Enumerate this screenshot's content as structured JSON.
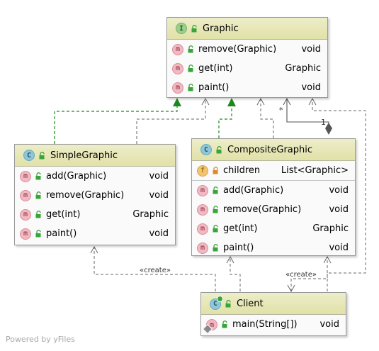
{
  "classes": {
    "graphic": {
      "name": "Graphic",
      "kind": "I",
      "methods": [
        {
          "name": "remove(Graphic)",
          "type": "void"
        },
        {
          "name": "get(int)",
          "type": "Graphic"
        },
        {
          "name": "paint()",
          "type": "void"
        }
      ]
    },
    "simple": {
      "name": "SimpleGraphic",
      "kind": "C",
      "methods": [
        {
          "name": "add(Graphic)",
          "type": "void"
        },
        {
          "name": "remove(Graphic)",
          "type": "void"
        },
        {
          "name": "get(int)",
          "type": "Graphic"
        },
        {
          "name": "paint()",
          "type": "void"
        }
      ]
    },
    "composite": {
      "name": "CompositeGraphic",
      "kind": "C",
      "fields": [
        {
          "kind": "f",
          "name": "children",
          "type": "List<Graphic>"
        }
      ],
      "methods": [
        {
          "name": "add(Graphic)",
          "type": "void"
        },
        {
          "name": "remove(Graphic)",
          "type": "void"
        },
        {
          "name": "get(int)",
          "type": "Graphic"
        },
        {
          "name": "paint()",
          "type": "void"
        }
      ]
    },
    "client": {
      "name": "Client",
      "kind": "C",
      "methods": [
        {
          "name": "main(String[])",
          "type": "void"
        }
      ]
    }
  },
  "method_badge": "m",
  "edges": {
    "create_left": "«create»",
    "create_right": "«create»",
    "multiplicity_many": "*",
    "multiplicity_one": "1"
  },
  "watermark": "Powered by yFiles",
  "colors": {
    "header": "#e6e6b4",
    "realization": "#1a8a1a",
    "dependency": "#666666",
    "public": "#3aa33a",
    "private": "#d98b2b"
  }
}
